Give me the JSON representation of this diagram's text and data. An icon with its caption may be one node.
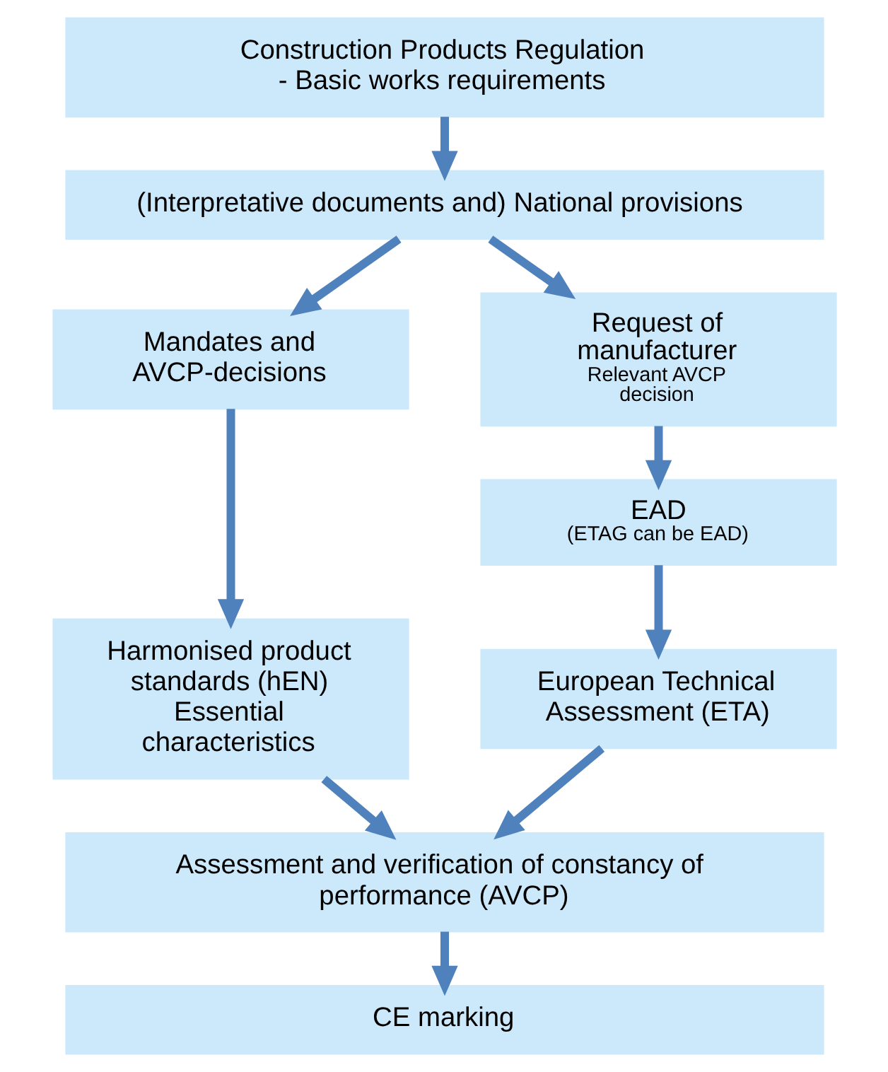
{
  "diagram": {
    "nodes": [
      {
        "text": [
          "Construction Products Regulation - Basic works requirements"
        ]
      },
      {
        "text": [
          "(Interpretative documents and) National provisions"
        ]
      },
      {
        "text": [
          "Mandates and AVCP-decisions"
        ]
      },
      {
        "text": [
          "Request of manufacturer",
          "Relevant AVCP decision"
        ]
      },
      {
        "text": [
          "Harmonised product standards (hEN)",
          "Essential characteristics"
        ]
      },
      {
        "text": [
          "EAD",
          "(ETAG can be EAD)"
        ]
      },
      {
        "text": [
          "European Technical Assessment (ETA)"
        ]
      },
      {
        "text": [
          "Assessment and verification of constancy of performance (AVCP)"
        ]
      },
      {
        "text": [
          "CE marking"
        ]
      }
    ],
    "edges": [
      {
        "from": 0,
        "to": 1,
        "arrow": "to"
      },
      {
        "from": 1,
        "to": 2,
        "arrow": "to"
      },
      {
        "from": 1,
        "to": 3,
        "arrow": "to"
      },
      {
        "from": 2,
        "to": 4,
        "arrow": "to"
      },
      {
        "from": 3,
        "to": 5,
        "arrow": "to"
      },
      {
        "from": 5,
        "to": 6,
        "arrow": "to"
      },
      {
        "from": 4,
        "to": 7,
        "arrow": "to"
      },
      {
        "from": 6,
        "to": 7,
        "arrow": "to"
      },
      {
        "from": 7,
        "to": 8,
        "arrow": "to"
      }
    ]
  }
}
